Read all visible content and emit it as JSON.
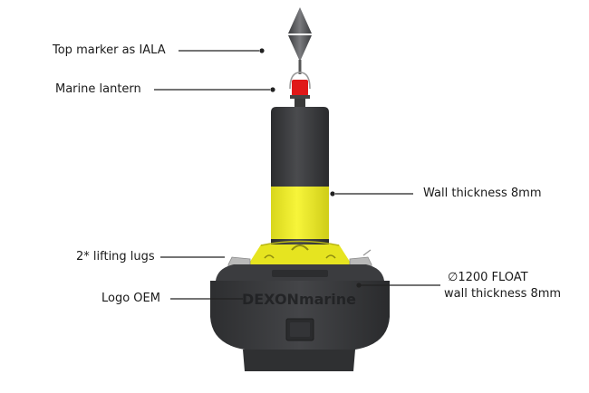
{
  "labels": {
    "top_marker": "Top marker as IALA",
    "marine_lantern": "Marine lantern",
    "wall_thickness": "Wall thickness 8mm",
    "lifting_lugs": "2* lifting lugs",
    "logo_oem": "Logo OEM",
    "float_line1": "∅1200 FLOAT",
    "float_line2": "wall thickness 8mm"
  },
  "logo_text": "DEXONmarine",
  "colors": {
    "buoy_body": "#3a3b3d",
    "buoy_dark": "#2b2c2e",
    "band_yellow": "#f2f02a",
    "lantern_red": "#e01818",
    "leader_line": "#222222"
  }
}
